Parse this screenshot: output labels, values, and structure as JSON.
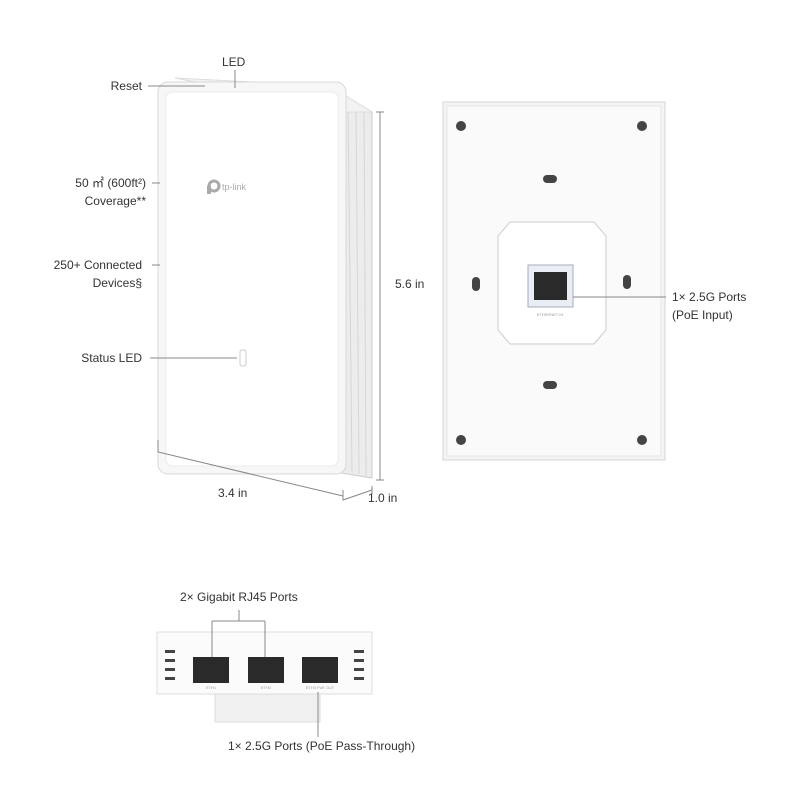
{
  "front_view": {
    "brand_logo": "tp-link",
    "labels": {
      "led": "LED",
      "reset": "Reset",
      "coverage_line1": "50 ㎡ (600ft²)",
      "coverage_line2": "Coverage**",
      "devices_line1": "250+ Connected",
      "devices_line2": "Devices§",
      "status_led": "Status LED"
    },
    "dimensions": {
      "height": "5.6 in",
      "width": "3.4 in",
      "depth": "1.0 in"
    }
  },
  "back_view": {
    "port_label_line1": "1× 2.5G Ports",
    "port_label_line2": "(PoE Input)",
    "port_print": "ETHERNET IN"
  },
  "bottom_view": {
    "gigabit_label": "2× Gigabit RJ45 Ports",
    "passthrough_label": "1× 2.5G Ports (PoE Pass-Through)",
    "port_prints": [
      "ETH1",
      "ETH2",
      "ETH3 PoE OUT"
    ]
  }
}
